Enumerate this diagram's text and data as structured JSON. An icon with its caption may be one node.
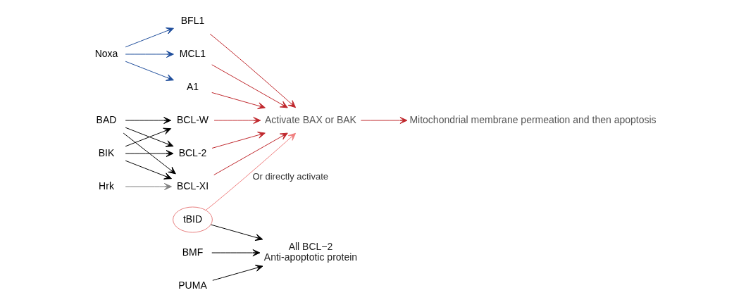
{
  "diagram": {
    "nodes": [
      {
        "text": [
          "BAD"
        ]
      },
      {
        "text": [
          "BIK"
        ]
      },
      {
        "text": [
          "Hrk"
        ]
      },
      {
        "text": [
          "Noxa"
        ]
      },
      {
        "text": [
          "PUMA"
        ]
      },
      {
        "text": [
          "BMF"
        ]
      },
      {
        "text": [
          "tBID"
        ]
      },
      {
        "text": [
          "BCL-2"
        ]
      },
      {
        "text": [
          "BCL-W"
        ]
      },
      {
        "text": [
          "BCL-XI"
        ]
      },
      {
        "text": [
          "BFL1"
        ]
      },
      {
        "text": [
          "MCL1"
        ]
      },
      {
        "text": [
          "A1"
        ]
      },
      {
        "text": [
          "All BCL−2",
          "Anti-apoptotic protein"
        ]
      },
      {
        "text": [
          "Activate BAX or BAK"
        ]
      },
      {
        "text": [
          "Mitochondrial membrane permeation and then apoptosis"
        ]
      }
    ],
    "edges": [
      {
        "from": 0,
        "to": 7,
        "arrow": "to"
      },
      {
        "from": 0,
        "to": 8,
        "arrow": "to"
      },
      {
        "from": 0,
        "to": 9,
        "arrow": "to"
      },
      {
        "from": 1,
        "to": 7,
        "arrow": "to"
      },
      {
        "from": 1,
        "to": 8,
        "arrow": "to"
      },
      {
        "from": 1,
        "to": 9,
        "arrow": "to"
      },
      {
        "from": 2,
        "to": 9,
        "arrow": "to",
        "color": "#808080"
      },
      {
        "from": 3,
        "to": 10,
        "arrow": "to",
        "color": "#1f4e9c"
      },
      {
        "from": 3,
        "to": 11,
        "arrow": "to",
        "color": "#1f4e9c"
      },
      {
        "from": 3,
        "to": 12,
        "arrow": "to",
        "color": "#1f4e9c"
      },
      {
        "from": 4,
        "to": 13,
        "arrow": "to"
      },
      {
        "from": 5,
        "to": 13,
        "arrow": "to"
      },
      {
        "from": 6,
        "to": 13,
        "arrow": "to"
      },
      {
        "from": 7,
        "to": 14,
        "arrow": "to",
        "color": "#c0282d"
      },
      {
        "from": 8,
        "to": 14,
        "arrow": "to",
        "color": "#c0282d"
      },
      {
        "from": 9,
        "to": 14,
        "arrow": "to",
        "color": "#c0282d"
      },
      {
        "from": 10,
        "to": 14,
        "arrow": "to",
        "color": "#c0282d"
      },
      {
        "from": 11,
        "to": 14,
        "arrow": "to",
        "color": "#c0282d"
      },
      {
        "from": 12,
        "to": 14,
        "arrow": "to",
        "color": "#c0282d"
      },
      {
        "from": 14,
        "to": 15,
        "arrow": "to",
        "color": "#c0282d"
      },
      {
        "from": 6,
        "to": 14,
        "arrow": "to",
        "color": "#f08080",
        "label": "Or directly activate"
      }
    ]
  }
}
